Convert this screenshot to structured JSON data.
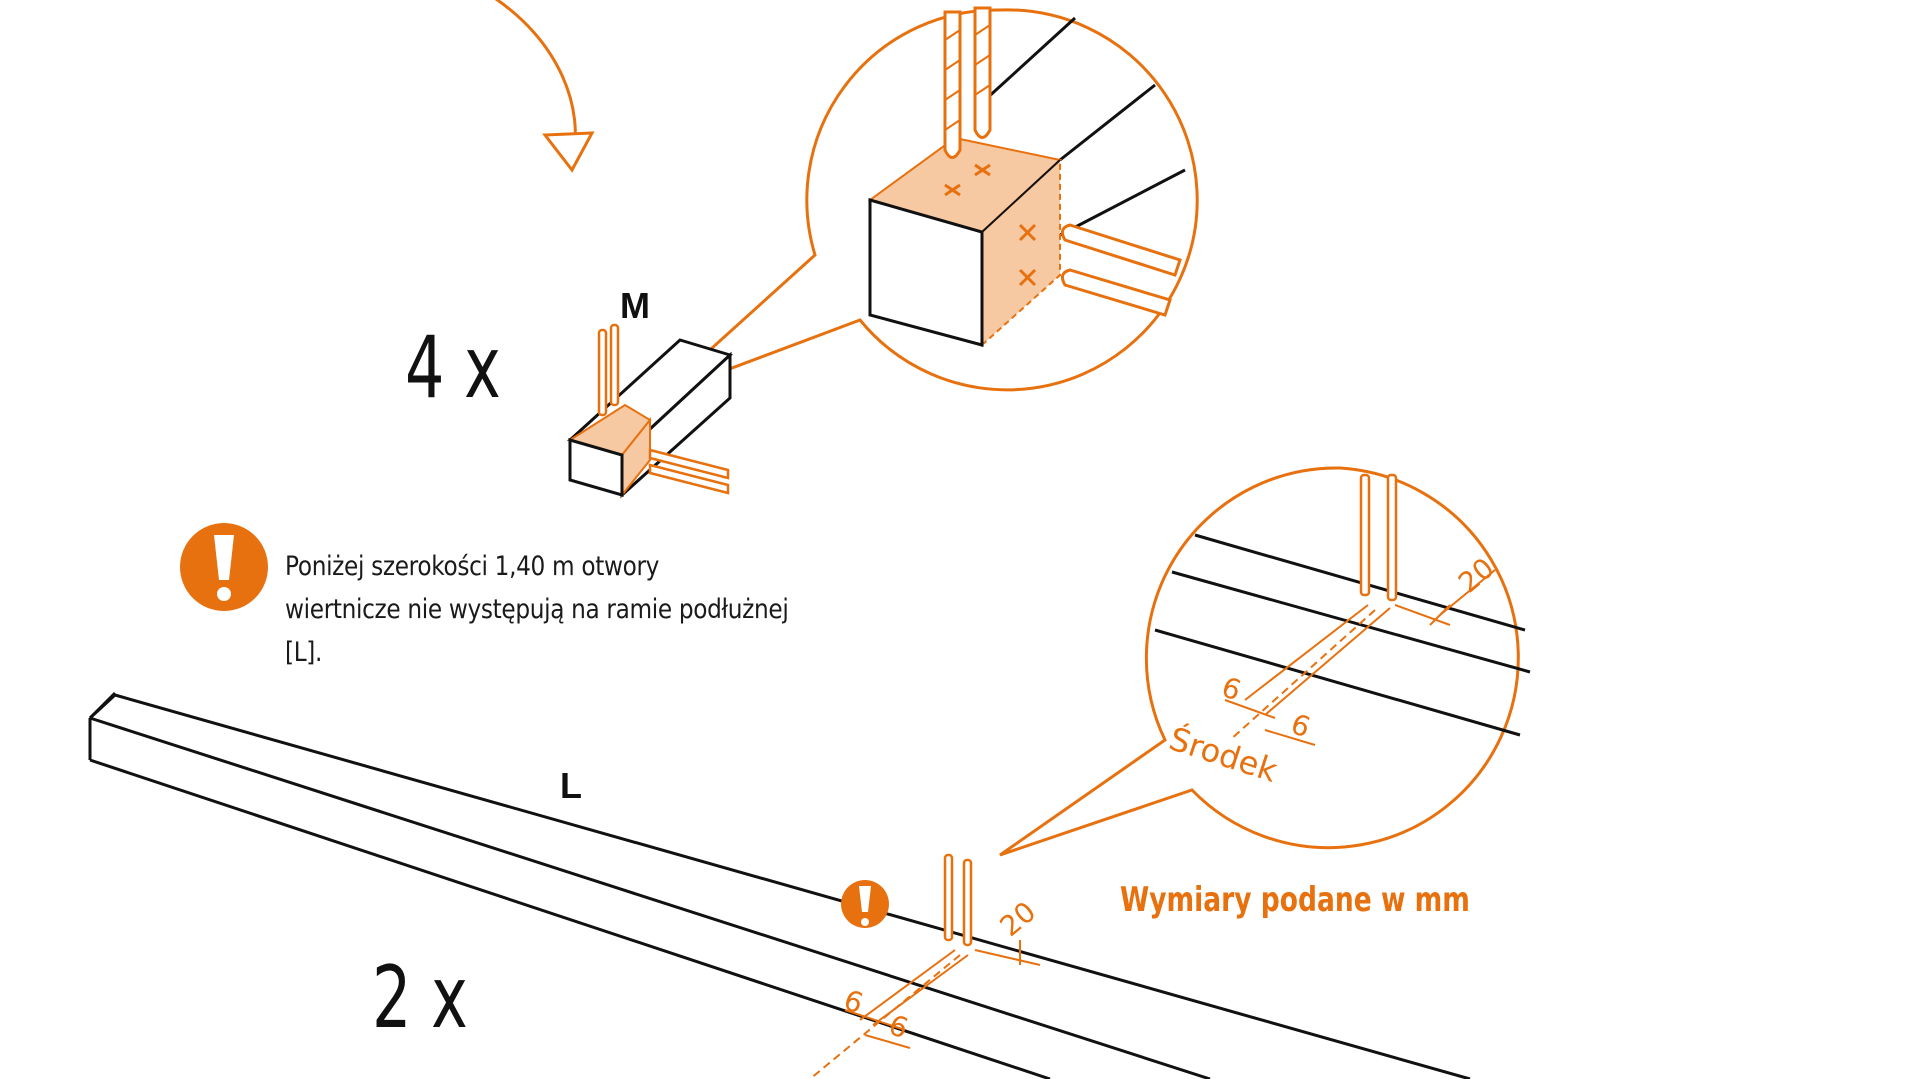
{
  "colors": {
    "accent": "#e8710f",
    "accent_fill": "#f7c9a3",
    "line": "#111111"
  },
  "parts": [
    {
      "label": "M",
      "quantity": "4 x"
    },
    {
      "label": "L",
      "quantity": "2 x"
    }
  ],
  "warning": {
    "icon": "exclamation-icon",
    "line1": "Poniżej szerokości 1,40 m otwory",
    "line2": "wiertnicze nie występują na ramie podłużnej [L]."
  },
  "detail_L": {
    "center_label": "Środek",
    "dims": [
      "20",
      "6",
      "6"
    ]
  },
  "beam_L_dims": [
    "20",
    "6",
    "6"
  ],
  "units_note": "Wymiary podane w mm"
}
